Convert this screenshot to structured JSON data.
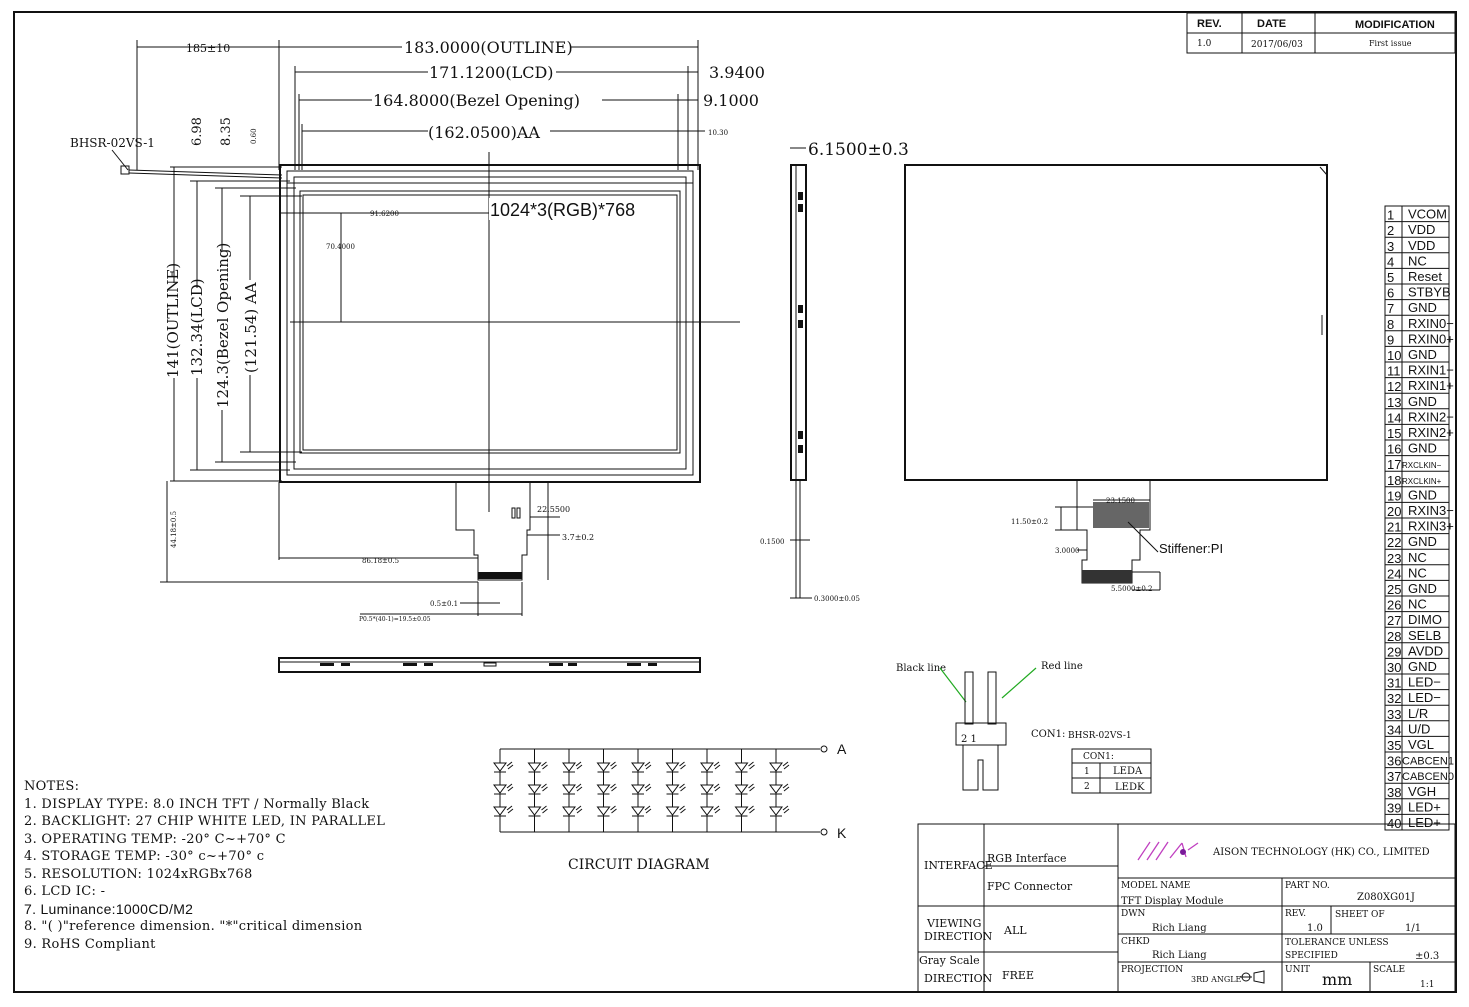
{
  "revision_table": {
    "headers": [
      "REV.",
      "DATE",
      "MODIFICATION"
    ],
    "row": [
      "1.0",
      "2017/06/03",
      "First issue"
    ]
  },
  "front_view": {
    "outline_width": "183.0000(OUTLINE)",
    "lcd_width": "171.1200(LCD)",
    "bezel_width": "164.8000(Bezel Opening)",
    "aa_width": "(162.0500)AA",
    "offset_1": "3.9400",
    "offset_2": "9.1000",
    "offset_3": "10.30",
    "fpc_offset": "185±10",
    "connector_label": "BHSR-02VS-1",
    "dim_698": "6.98",
    "dim_835": "8.35",
    "dim_060": "0.60",
    "outline_height": "141(OUTLINE)",
    "lcd_height": "132.34(LCD)",
    "bezel_height": "124.3(Bezel Opening)",
    "aa_height": "(121.54) AA",
    "center_x": "91.6200",
    "center_y": "70.4000",
    "resolution": "1024*3(RGB)*768",
    "fpc_225": "22.5500",
    "fpc_37": "3.7±0.2",
    "fpc_861": "86.18±0.5",
    "fpc_height": "44.18±0.5",
    "fpc_05": "0.5±0.1",
    "pitch": "P0.5*(40-1)=19.5±0.05"
  },
  "side_view": {
    "thickness": "6.1500±0.3",
    "dim_015": "0.1500",
    "dim_03": "0.3000±0.05"
  },
  "back_view": {
    "dim_2315": "23.1500",
    "dim_1150": "11.50±0.2",
    "dim_30": "3.0000",
    "dim_55": "5.5000±0.2",
    "stiffener": "Stiffener:PI"
  },
  "pins": [
    [
      "1",
      "VCOM"
    ],
    [
      "2",
      "VDD"
    ],
    [
      "3",
      "VDD"
    ],
    [
      "4",
      "NC"
    ],
    [
      "5",
      "Reset"
    ],
    [
      "6",
      "STBYB"
    ],
    [
      "7",
      "GND"
    ],
    [
      "8",
      "RXIN0−"
    ],
    [
      "9",
      "RXIN0+"
    ],
    [
      "10",
      "GND"
    ],
    [
      "11",
      "RXIN1−"
    ],
    [
      "12",
      "RXIN1+"
    ],
    [
      "13",
      "GND"
    ],
    [
      "14",
      "RXIN2−"
    ],
    [
      "15",
      "RXIN2+"
    ],
    [
      "16",
      "GND"
    ],
    [
      "17",
      "RXCLKIN−"
    ],
    [
      "18",
      "RXCLKIN+"
    ],
    [
      "19",
      "GND"
    ],
    [
      "20",
      "RXIN3−"
    ],
    [
      "21",
      "RXIN3+"
    ],
    [
      "22",
      "GND"
    ],
    [
      "23",
      "NC"
    ],
    [
      "24",
      "NC"
    ],
    [
      "25",
      "GND"
    ],
    [
      "26",
      "NC"
    ],
    [
      "27",
      "DIMO"
    ],
    [
      "28",
      "SELB"
    ],
    [
      "29",
      "AVDD"
    ],
    [
      "30",
      "GND"
    ],
    [
      "31",
      "LED−"
    ],
    [
      "32",
      "LED−"
    ],
    [
      "33",
      "L/R"
    ],
    [
      "34",
      "U/D"
    ],
    [
      "35",
      "VGL"
    ],
    [
      "36",
      "CABCEN1"
    ],
    [
      "37",
      "CABCEN0"
    ],
    [
      "38",
      "VGH"
    ],
    [
      "39",
      "LED+"
    ],
    [
      "40",
      "LED+"
    ]
  ],
  "connector_detail": {
    "black_line": "Black line",
    "red_line": "Red line",
    "con_label": "CON1:",
    "con_part": "BHSR-02VS-1",
    "con_body": "2   1",
    "table_title": "CON1:",
    "table_rows": [
      [
        "1",
        "LEDA"
      ],
      [
        "2",
        "LEDK"
      ]
    ]
  },
  "circuit": {
    "title": "CIRCUIT DIAGRAM",
    "anode": "A",
    "cathode": "K"
  },
  "notes": {
    "title": "NOTES:",
    "items": [
      "1. DISPLAY TYPE: 8.0 INCH TFT / Normally Black",
      "2. BACKLIGHT: 27 CHIP WHITE LED, IN PARALLEL",
      "3. OPERATING TEMP: -20° C~+70° C",
      "4. STORAGE TEMP: -30° c~+70° c",
      "5. RESOLUTION: 1024xRGBx768",
      "6. LCD IC: -",
      "7. Luminance:1000CD/M2",
      "8. \"( )\"reference dimension. \"*\"critical dimension",
      "9. RoHS Compliant"
    ]
  },
  "title_block": {
    "interface_label": "INTERFACE",
    "interface_1": "RGB Interface",
    "interface_2": "FPC Connector",
    "viewing_label_1": "VIEWING",
    "viewing_label_2": "DIRECTION",
    "viewing_value": "ALL",
    "gray_label_1": "Gray Scale",
    "gray_label_2": "DIRECTION",
    "gray_value": "FREE",
    "company": "AISON TECHNOLOGY (HK) CO., LIMITED",
    "model_name_label": "MODEL NAME",
    "model_name": "TFT Display Module",
    "part_no_label": "PART NO.",
    "part_no": "Z080XG01J",
    "dwn_label": "DWN",
    "dwn": "Rich Liang",
    "rev_label": "REV.",
    "rev": "1.0",
    "sheet_label": "SHEET OF",
    "sheet": "1/1",
    "chkd_label": "CHKD",
    "chkd": "Rich Liang",
    "tol_label_1": "TOLERANCE UNLESS",
    "tol_label_2": "SPECIFIED",
    "tol": "±0.3",
    "proj_label": "PROJECTION",
    "proj": "3RD ANGLE",
    "unit_label": "UNIT",
    "unit": "mm",
    "scale_label": "SCALE",
    "scale": "1:1"
  }
}
